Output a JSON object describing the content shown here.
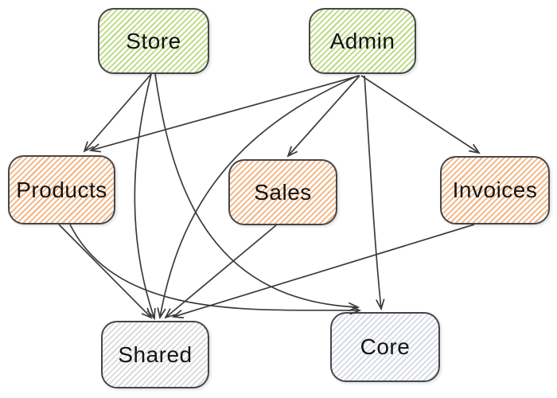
{
  "diagram": {
    "background_color": "#ffffff",
    "edge_color": "#3b3b3b",
    "node_border_color": "#46464a",
    "nodes": {
      "store": {
        "label": "Store",
        "stripe_color": "#b9d97c"
      },
      "admin": {
        "label": "Admin",
        "stripe_color": "#b9d97c"
      },
      "products": {
        "label": "Products",
        "stripe_color": "#f2b27d"
      },
      "sales": {
        "label": "Sales",
        "stripe_color": "#f2b27d"
      },
      "invoices": {
        "label": "Invoices",
        "stripe_color": "#f2b27d"
      },
      "shared": {
        "label": "Shared",
        "stripe_color": "#d9d9dd"
      },
      "core": {
        "label": "Core",
        "stripe_color": "#d5d9e6"
      }
    },
    "edges": [
      {
        "from": "Store",
        "to": "Products"
      },
      {
        "from": "Store",
        "to": "Shared"
      },
      {
        "from": "Store",
        "to": "Core"
      },
      {
        "from": "Admin",
        "to": "Products"
      },
      {
        "from": "Admin",
        "to": "Sales"
      },
      {
        "from": "Admin",
        "to": "Invoices"
      },
      {
        "from": "Admin",
        "to": "Shared"
      },
      {
        "from": "Admin",
        "to": "Core"
      },
      {
        "from": "Products",
        "to": "Shared"
      },
      {
        "from": "Products",
        "to": "Core"
      },
      {
        "from": "Sales",
        "to": "Shared"
      },
      {
        "from": "Invoices",
        "to": "Shared"
      }
    ]
  }
}
